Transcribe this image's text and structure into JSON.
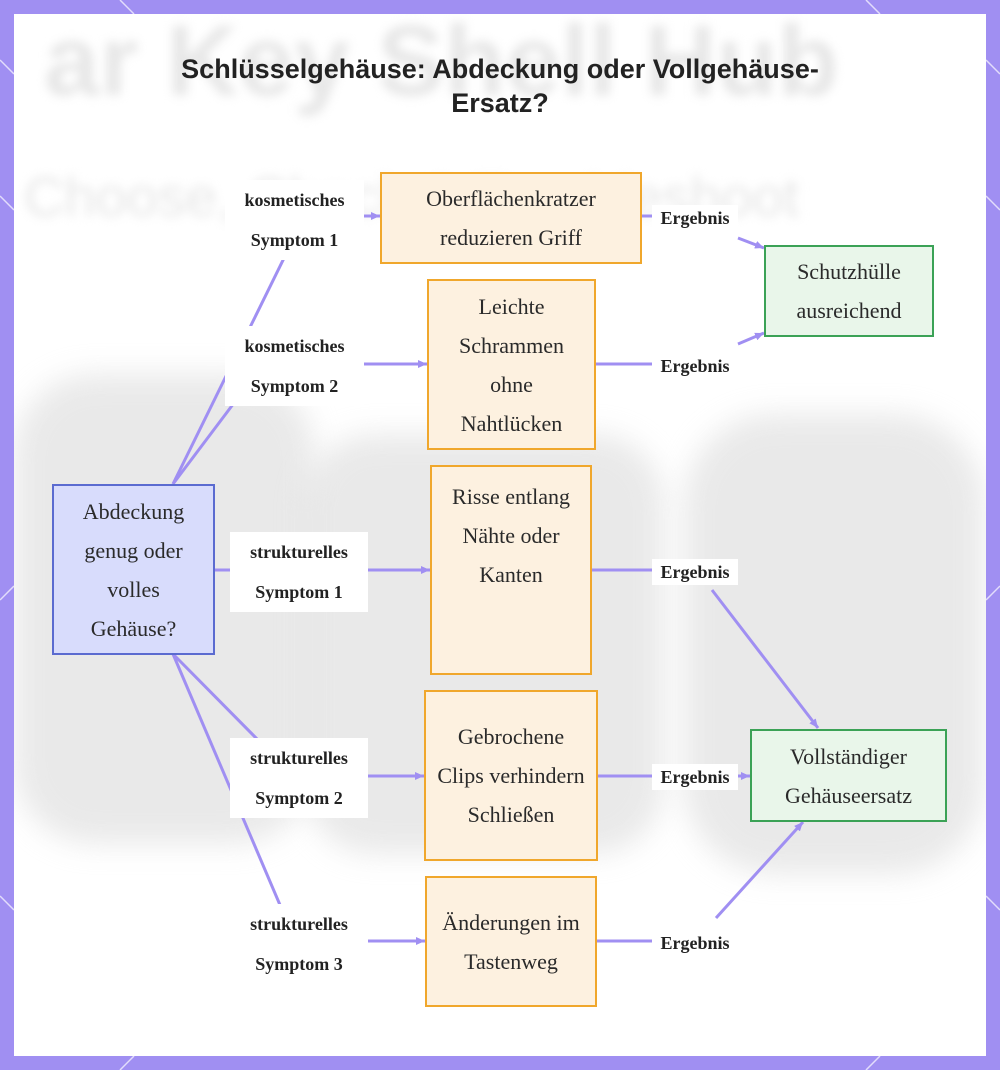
{
  "title": "Schlüsselgehäuse: Abdeckung oder Vollgehäuse-Ersatz?",
  "nodes": {
    "start": "Abdeckung genug oder volles Gehäuse?",
    "obs1": "Oberflächenkratzer reduzieren Griff",
    "obs2": "Leichte Schrammen ohne Nahtlücken",
    "obs3": "Risse entlang Nähte oder Kanten",
    "obs4": "Gebrochene Clips verhindern Schließen",
    "obs5": "Änderungen im Tastenweg",
    "res1": "Schutzhülle ausreichend",
    "res2": "Vollständiger Gehäuseersatz"
  },
  "edge_labels": {
    "k1": "kosmetisches Symptom 1",
    "k2": "kosmetisches Symptom 2",
    "s1": "strukturelles Symptom 1",
    "s2": "strukturelles Symptom 2",
    "s3": "strukturelles Symptom 3",
    "result": "Ergebnis"
  },
  "colors": {
    "frame": "#a08ff2",
    "edge": "#a08ff2",
    "question_fill": "#d8dcfc",
    "question_border": "#5b6bd0",
    "observation_fill": "#fdf1e0",
    "observation_border": "#f0a72c",
    "result_fill": "#e9f6ea",
    "result_border": "#3ba256"
  }
}
